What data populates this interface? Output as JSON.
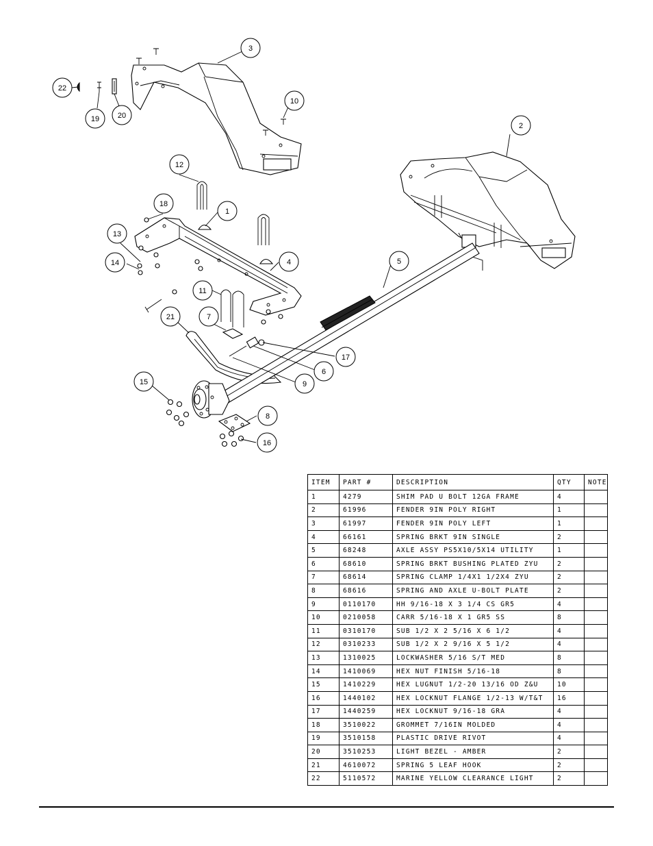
{
  "callouts": [
    {
      "n": "1"
    },
    {
      "n": "2"
    },
    {
      "n": "3"
    },
    {
      "n": "4"
    },
    {
      "n": "5"
    },
    {
      "n": "6"
    },
    {
      "n": "7"
    },
    {
      "n": "8"
    },
    {
      "n": "9"
    },
    {
      "n": "10"
    },
    {
      "n": "11"
    },
    {
      "n": "12"
    },
    {
      "n": "13"
    },
    {
      "n": "14"
    },
    {
      "n": "15"
    },
    {
      "n": "16"
    },
    {
      "n": "17"
    },
    {
      "n": "18"
    },
    {
      "n": "19"
    },
    {
      "n": "20"
    },
    {
      "n": "21"
    },
    {
      "n": "22"
    }
  ],
  "table": {
    "headers": [
      "ITEM",
      "PART #",
      "DESCRIPTION",
      "QTY",
      "NOTE"
    ],
    "rows": [
      [
        "1",
        "4279",
        "SHIM PAD   U BOLT 12GA FRAME",
        "4",
        ""
      ],
      [
        "2",
        "61996",
        "FENDER  9IN POLY RIGHT",
        "1",
        ""
      ],
      [
        "3",
        "61997",
        "FENDER  9IN POLY LEFT",
        "1",
        ""
      ],
      [
        "4",
        "66161",
        "SPRING BRKT   9IN SINGLE",
        "2",
        ""
      ],
      [
        "5",
        "68248",
        "AXLE ASSY PS5X10/5X14 UTILITY",
        "1",
        ""
      ],
      [
        "6",
        "68610",
        "SPRING BRKT BUSHING PLATED ZYU",
        "2",
        ""
      ],
      [
        "7",
        "68614",
        "SPRING CLAMP   1/4X1 1/2X4  ZYU",
        "2",
        ""
      ],
      [
        "8",
        "68616",
        "SPRING AND AXLE U-BOLT PLATE",
        "2",
        ""
      ],
      [
        "9",
        "0110170",
        "HH 9/16-18 X 3 1/4 CS GR5",
        "4",
        ""
      ],
      [
        "10",
        "0210058",
        "CARR 5/16-18 X 1 GR5 SS",
        "8",
        ""
      ],
      [
        "11",
        "0310170",
        "SUB 1/2 X 2 5/16 X 6 1/2",
        "4",
        ""
      ],
      [
        "12",
        "0310233",
        "SUB 1/2 X 2 9/16 X 5 1/2",
        "4",
        ""
      ],
      [
        "13",
        "1310025",
        "LOCKWASHER 5/16 S/T MED",
        "8",
        ""
      ],
      [
        "14",
        "1410069",
        "HEX NUT FINISH 5/16-18",
        "8",
        ""
      ],
      [
        "15",
        "1410229",
        "HEX LUGNUT 1/2-20 13/16 OD Z&U",
        "10",
        ""
      ],
      [
        "16",
        "1440102",
        "HEX LOCKNUT FLANGE 1/2-13 W/T&T",
        "16",
        ""
      ],
      [
        "17",
        "1440259",
        "HEX LOCKNUT 9/16-18 GRA",
        "4",
        ""
      ],
      [
        "18",
        "3510022",
        "GROMMET  7/16IN MOLDED",
        "4",
        ""
      ],
      [
        "19",
        "3510158",
        "PLASTIC DRIVE RIVOT",
        "4",
        ""
      ],
      [
        "20",
        "3510253",
        "LIGHT BEZEL - AMBER",
        "2",
        ""
      ],
      [
        "21",
        "4610072",
        "SPRING  5 LEAF HOOK",
        "2",
        ""
      ],
      [
        "22",
        "5110572",
        "MARINE YELLOW CLEARANCE LIGHT",
        "2",
        ""
      ]
    ]
  }
}
